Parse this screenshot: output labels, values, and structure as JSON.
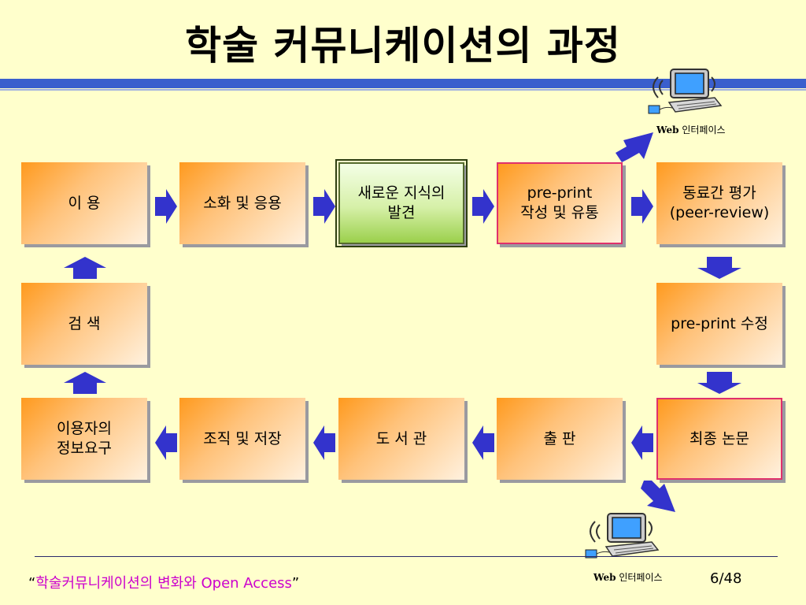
{
  "header": {
    "title": "학술 커뮤니케이션의 과정"
  },
  "colors": {
    "accent_bar": "#3A5FCD",
    "arrow": "#3333CC",
    "box_orange": "#FF9A1E",
    "box_green": "#9BD04C",
    "highlight_border": "#E0306B"
  },
  "nodes": {
    "use": "이 용",
    "digestion": "소화 및 응용",
    "discovery_l1": "새로운 지식의",
    "discovery_l2": "발견",
    "preprint_l1": "pre-print",
    "preprint_l2": "작성 및 유통",
    "peer_l1": "동료간 평가",
    "peer_l2": "(peer-review)",
    "search": "검 색",
    "revision": "pre-print 수정",
    "needs_l1": "이용자의",
    "needs_l2": "정보요구",
    "organize": "조직 및 저장",
    "library": "도 서 관",
    "publish": "출 판",
    "final": "최종 논문"
  },
  "web": {
    "top_bold": "Web",
    "top_rest": " 인터페이스",
    "bottom_bold": "Web",
    "bottom_rest": " 인터페이스"
  },
  "footer": {
    "open_quote": "“",
    "text": "학술커뮤니케이션의 변화와 Open Access",
    "close_quote": "”",
    "page": "6/48"
  }
}
